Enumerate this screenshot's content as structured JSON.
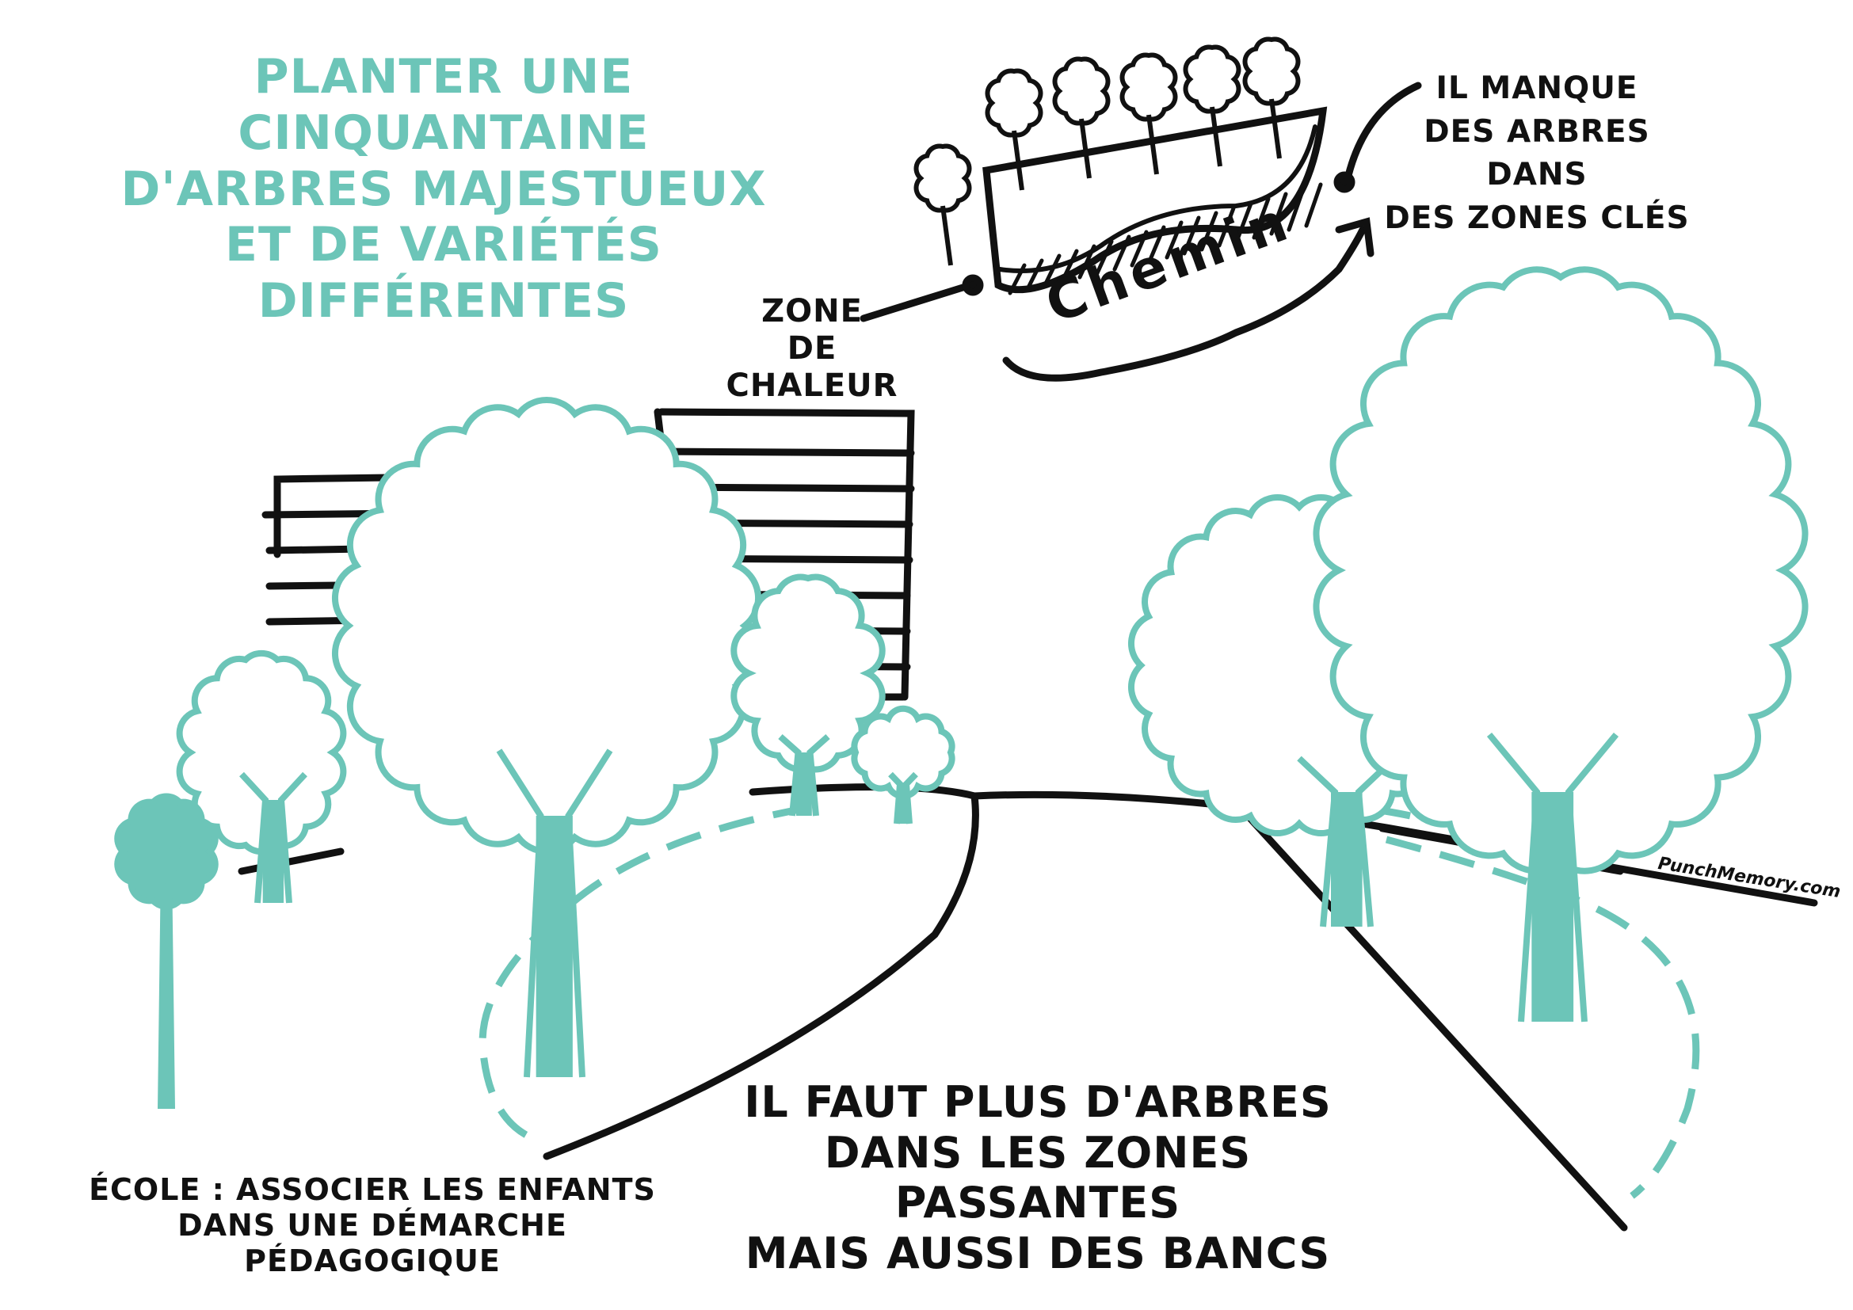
{
  "title": {
    "lines": [
      "Planter une cinquantaine",
      "d'arbres majestueux",
      "et de variétés différentes"
    ]
  },
  "annotations": {
    "zone_chaleur": [
      "Zone",
      "de chaleur"
    ],
    "chemin": "Chemin",
    "il_manque": [
      "Il manque",
      "des arbres dans",
      "des zones clés"
    ],
    "ecole": [
      "École : associer les enfants",
      "dans une démarche pédagogique"
    ],
    "il_faut": [
      "Il faut plus d'arbres",
      "dans les zones passantes",
      "mais aussi des bancs"
    ]
  },
  "logo": "PunchMemory.com",
  "colors": {
    "accent": "#6cc5b8",
    "ink": "#111111"
  }
}
